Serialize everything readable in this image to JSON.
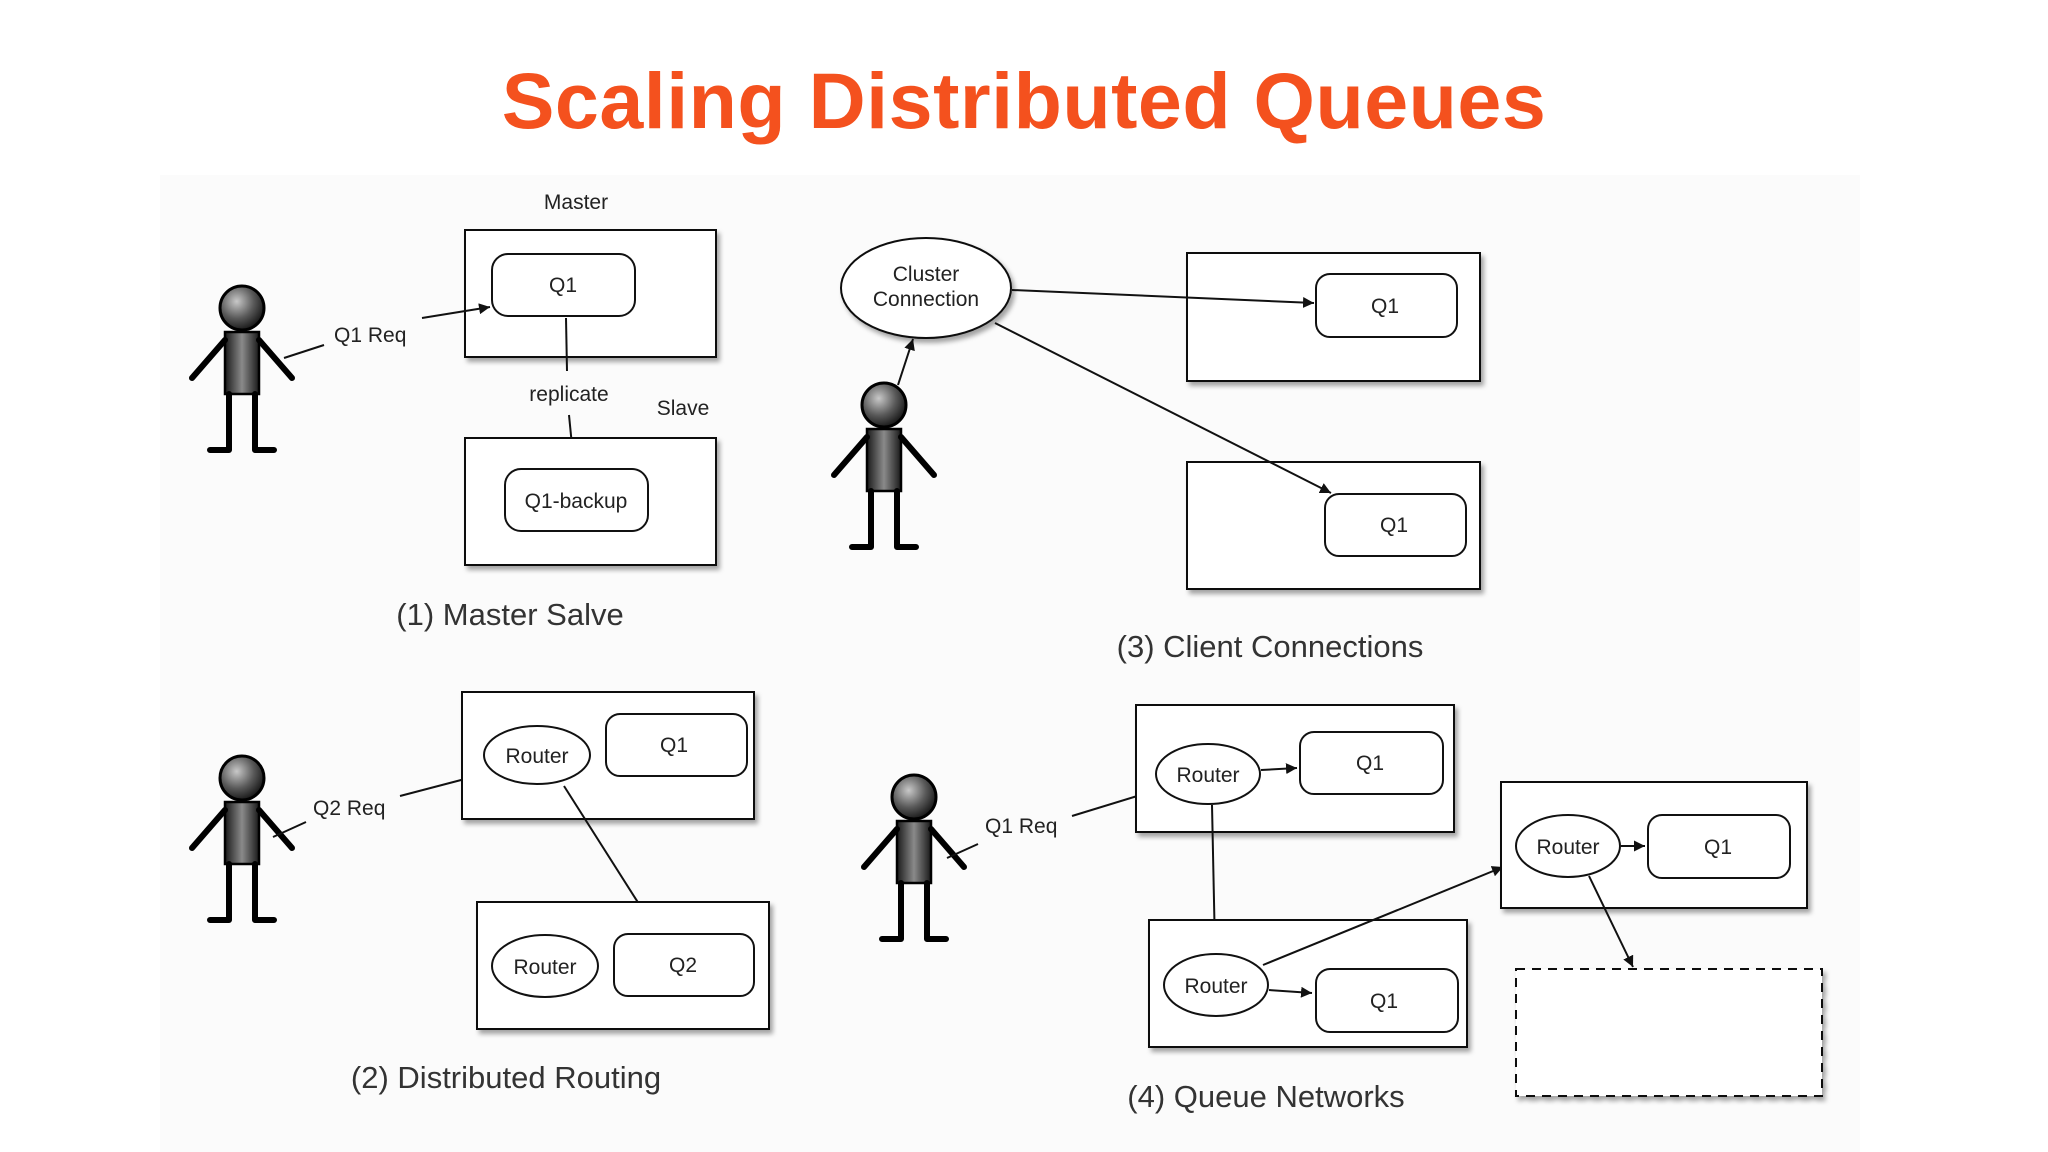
{
  "title": "Scaling Distributed Queues",
  "colors": {
    "title": "#f4511e",
    "ink": "#111111",
    "box_shadow": "#aaaaaa"
  },
  "icons": {
    "actor": "person-stick-figure-icon"
  },
  "diagram_1": {
    "master_label": "Master",
    "slave_label": "Slave",
    "queue": "Q1",
    "backup_queue": "Q1-backup",
    "request_label": "Q1 Req",
    "replicate_label": "replicate",
    "caption": "(1) Master Salve"
  },
  "diagram_2": {
    "request_label": "Q2 Req",
    "router_a": "Router",
    "queue_a": "Q1",
    "router_b": "Router",
    "queue_b": "Q2",
    "caption": "(2) Distributed Routing"
  },
  "diagram_3": {
    "cluster_line1": "Cluster",
    "cluster_line2": "Connection",
    "queue_a": "Q1",
    "queue_b": "Q1",
    "caption": "(3) Client Connections"
  },
  "diagram_4": {
    "request_label": "Q1 Req",
    "router_top": "Router",
    "queue_top": "Q1",
    "router_bottom": "Router",
    "queue_bottom": "Q1",
    "router_right": "Router",
    "queue_right": "Q1",
    "caption": "(4) Queue Networks"
  }
}
